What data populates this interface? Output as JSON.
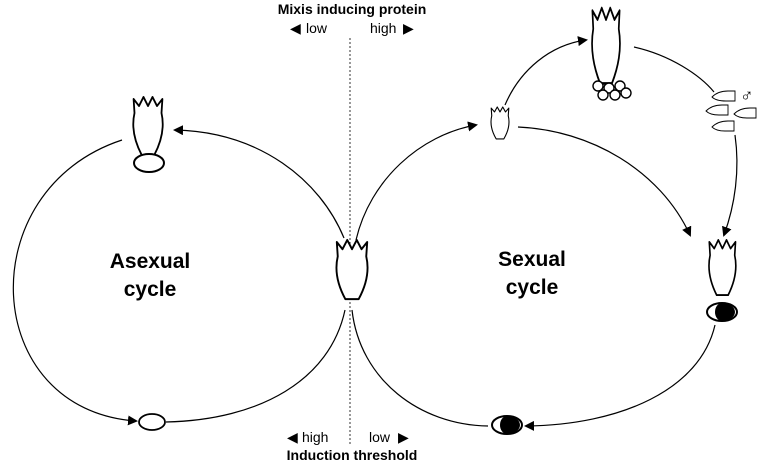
{
  "top_axis": {
    "title": "Mixis inducing protein",
    "left": "low",
    "right": "high"
  },
  "bottom_axis": {
    "title": "Induction threshold",
    "left": "high",
    "right": "low"
  },
  "asexual": {
    "line1": "Asexual",
    "line2": "cycle"
  },
  "sexual": {
    "line1": "Sexual",
    "line2": "cycle"
  },
  "male_symbol": "♂"
}
